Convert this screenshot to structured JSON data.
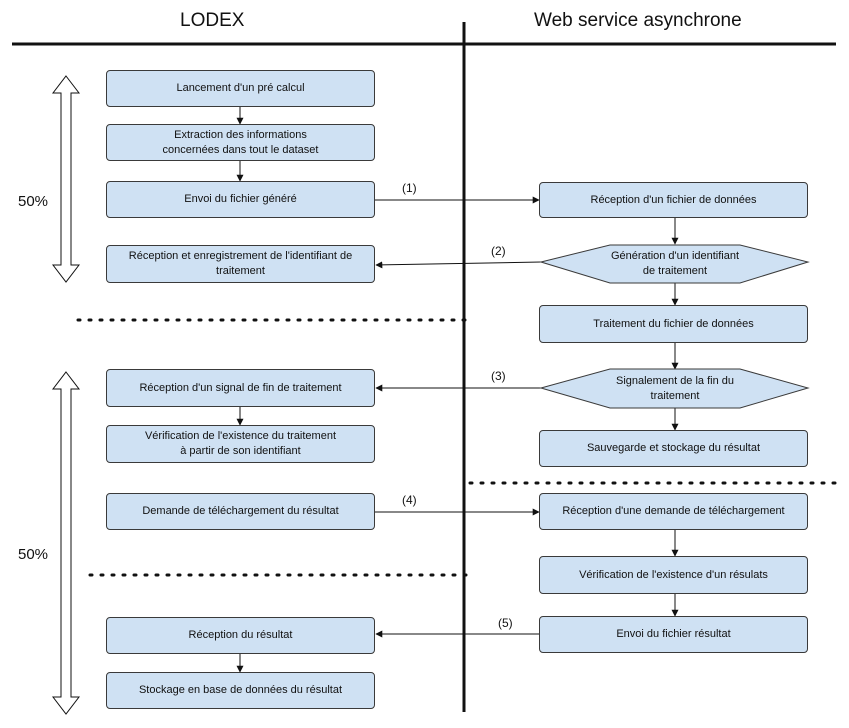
{
  "headers": {
    "left": "LODEX",
    "right": "Web service asynchrone"
  },
  "percentages": {
    "top": "50%",
    "bottom": "50%"
  },
  "lodex": {
    "step1": "Lancement d'un pré calcul",
    "step2": "Extraction des informations\nconcernées dans tout le dataset",
    "step3": "Envoi du fichier généré",
    "step4": "Réception et enregistrement de l'identifiant de\ntraitement",
    "step5": "Réception d'un signal de fin de traitement",
    "step6": "Vérification de l'existence du traitement\nà partir de son identifiant",
    "step7": "Demande de téléchargement du résultat",
    "step8": "Réception du résultat",
    "step9": "Stockage en base de données du résultat"
  },
  "ws": {
    "step1": "Réception d'un fichier de données",
    "step2": "Génération d'un identifiant\nde traitement",
    "step3": "Traitement du fichier de données",
    "step4": "Signalement de la fin du\ntraitement",
    "step5": "Sauvegarde et stockage du résultat",
    "step6": "Réception d'une demande de téléchargement",
    "step7": "Vérification de l'existence d'un résulats",
    "step8": "Envoi du fichier résultat"
  },
  "messages": [
    "(1)",
    "(2)",
    "(3)",
    "(4)",
    "(5)"
  ],
  "colors": {
    "box_fill": "#cfe1f3",
    "box_stroke": "#3a3a3a",
    "line": "#111111"
  }
}
